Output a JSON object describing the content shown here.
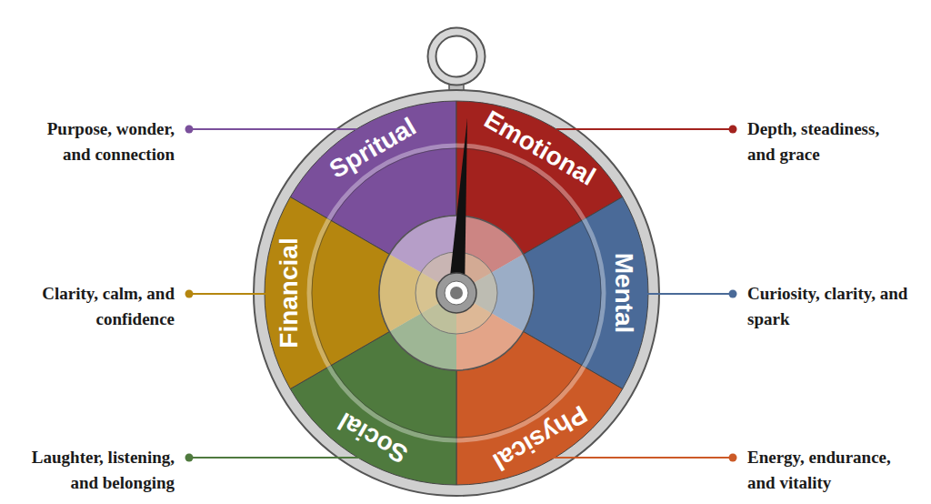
{
  "diagram": {
    "nodes": [
      {
        "text": [
          "Spritual"
        ]
      },
      {
        "text": [
          "Emotional"
        ]
      },
      {
        "text": [
          "Mental"
        ]
      },
      {
        "text": [
          "Physical"
        ]
      },
      {
        "text": [
          "Social"
        ]
      },
      {
        "text": [
          "Financial"
        ]
      }
    ],
    "labels": [
      "Purpose, wonder, and connection",
      "Depth, steadiness, and grace",
      "Clarity, calm, and confidence",
      "Curiosity, clarity, and spark",
      "Laughter, listening, and belonging",
      "Energy, endurance, and vitality"
    ]
  }
}
